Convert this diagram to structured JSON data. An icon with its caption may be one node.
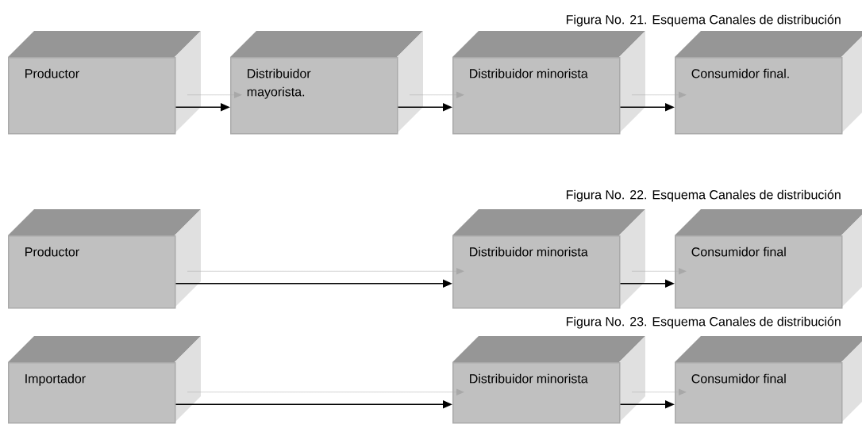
{
  "diagram": {
    "nodes": [
      {
        "text": [
          "Productor"
        ]
      },
      {
        "text": [
          "Distribuidor mayorista."
        ]
      },
      {
        "text": [
          "Distribuidor minorista"
        ]
      },
      {
        "text": [
          "Consumidor final."
        ]
      },
      {
        "text": [
          "Productor"
        ]
      },
      {
        "text": [
          "Distribuidor minorista"
        ]
      },
      {
        "text": [
          "Consumidor final"
        ]
      },
      {
        "text": [
          "Importador"
        ]
      },
      {
        "text": [
          "Distribuidor minorista"
        ]
      },
      {
        "text": [
          "Consumidor final"
        ]
      }
    ],
    "edges": [
      {
        "from": 0,
        "to": 1,
        "arrow": "to"
      },
      {
        "from": 1,
        "to": 2,
        "arrow": "to"
      },
      {
        "from": 2,
        "to": 3,
        "arrow": "to"
      },
      {
        "from": 4,
        "to": 5,
        "arrow": "to"
      },
      {
        "from": 5,
        "to": 6,
        "arrow": "to"
      },
      {
        "from": 7,
        "to": 8,
        "arrow": "to"
      },
      {
        "from": 8,
        "to": 9,
        "arrow": "to"
      },
      {
        "from": 0,
        "to": 1,
        "arrow": "to",
        "style": "dashed",
        "color": "#a8a8a8"
      },
      {
        "from": 1,
        "to": 2,
        "arrow": "to",
        "style": "dashed",
        "color": "#a8a8a8"
      },
      {
        "from": 2,
        "to": 3,
        "arrow": "to",
        "style": "dashed",
        "color": "#a8a8a8"
      },
      {
        "from": 4,
        "to": 5,
        "arrow": "to",
        "style": "dashed",
        "color": "#a8a8a8"
      },
      {
        "from": 5,
        "to": 6,
        "arrow": "to",
        "style": "dashed",
        "color": "#a8a8a8"
      },
      {
        "from": 7,
        "to": 8,
        "arrow": "to",
        "style": "dashed",
        "color": "#a8a8a8"
      },
      {
        "from": 8,
        "to": 9,
        "arrow": "to",
        "style": "dashed",
        "color": "#a8a8a8"
      }
    ],
    "labels": [
      "Figura No. 21. Esquema Canales de distribución",
      "Figura No. 22. Esquema Canales de distribución",
      "Figura No. 23. Esquema Canales de distribución"
    ]
  }
}
